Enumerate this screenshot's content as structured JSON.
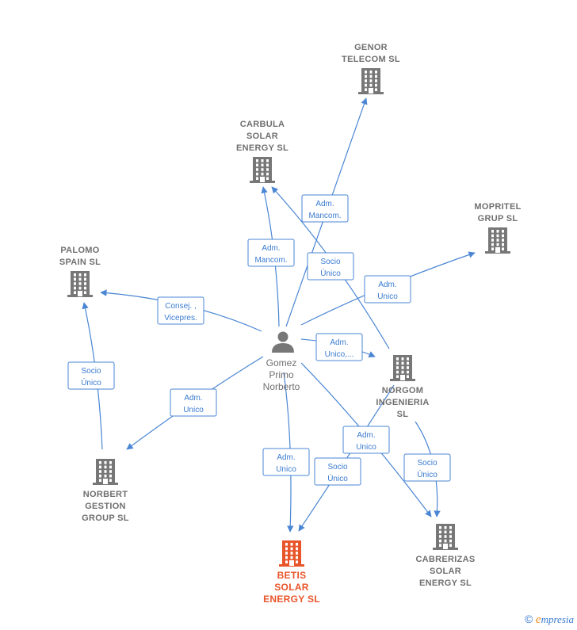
{
  "colors": {
    "company": "#777777",
    "main_company": "#e8552a",
    "edge": "#4a86d4",
    "person": "#777777"
  },
  "person": {
    "id": "gomez",
    "lines": [
      "Gomez",
      "Primo",
      "Norberto"
    ],
    "icon": "person-icon"
  },
  "companies": [
    {
      "id": "genor",
      "lines": [
        "GENOR",
        "TELECOM  SL"
      ],
      "icon": "building-icon",
      "main": false
    },
    {
      "id": "carbula",
      "lines": [
        "CARBULA",
        "SOLAR",
        "ENERGY  SL"
      ],
      "icon": "building-icon",
      "main": false
    },
    {
      "id": "mopritel",
      "lines": [
        "MOPRITEL",
        "GRUP  SL"
      ],
      "icon": "building-icon",
      "main": false
    },
    {
      "id": "palomo",
      "lines": [
        "PALOMO",
        "SPAIN  SL"
      ],
      "icon": "building-icon",
      "main": false
    },
    {
      "id": "norgom",
      "lines": [
        "NORGOM",
        "INGENIERIA",
        "SL"
      ],
      "icon": "building-icon",
      "main": false
    },
    {
      "id": "norbert",
      "lines": [
        "NORBERT",
        "GESTION",
        "GROUP  SL"
      ],
      "icon": "building-icon",
      "main": false
    },
    {
      "id": "betis",
      "lines": [
        "BETIS",
        "SOLAR",
        "ENERGY  SL"
      ],
      "icon": "building-icon",
      "main": true
    },
    {
      "id": "cabrerizas",
      "lines": [
        "CABRERIZAS",
        "SOLAR",
        "ENERGY  SL"
      ],
      "icon": "building-icon",
      "main": false
    }
  ],
  "edges": [
    {
      "id": "e1",
      "from": "gomez",
      "to": "genor",
      "label": [
        "Adm.",
        "Mancom."
      ]
    },
    {
      "id": "e2",
      "from": "gomez",
      "to": "carbula",
      "label": [
        "Adm.",
        "Mancom."
      ]
    },
    {
      "id": "e3",
      "from": "norgom",
      "to": "carbula",
      "label": [
        "Socio",
        "Único"
      ]
    },
    {
      "id": "e4",
      "from": "gomez",
      "to": "mopritel",
      "label": [
        "Adm.",
        "Unico"
      ]
    },
    {
      "id": "e5",
      "from": "gomez",
      "to": "palomo",
      "label": [
        "Consej. ,",
        "Vicepres."
      ]
    },
    {
      "id": "e6",
      "from": "gomez",
      "to": "norgom",
      "label": [
        "Adm.",
        "Unico,..."
      ]
    },
    {
      "id": "e7",
      "from": "gomez",
      "to": "norbert",
      "label": [
        "Adm.",
        "Unico"
      ]
    },
    {
      "id": "e8",
      "from": "norbert",
      "to": "palomo",
      "label": [
        "Socio",
        "Único"
      ]
    },
    {
      "id": "e9",
      "from": "gomez",
      "to": "betis",
      "label": [
        "Adm.",
        "Unico"
      ]
    },
    {
      "id": "e10",
      "from": "norgom",
      "to": "betis",
      "label": [
        "Socio",
        "Único"
      ]
    },
    {
      "id": "e11",
      "from": "gomez",
      "to": "cabrerizas",
      "label": [
        "Adm.",
        "Unico"
      ]
    },
    {
      "id": "e12",
      "from": "norgom",
      "to": "cabrerizas",
      "label": [
        "Socio",
        "Único"
      ]
    }
  ],
  "footer": {
    "copyright_symbol": "©",
    "brand_initial": "e",
    "brand_rest": "mpresia"
  }
}
